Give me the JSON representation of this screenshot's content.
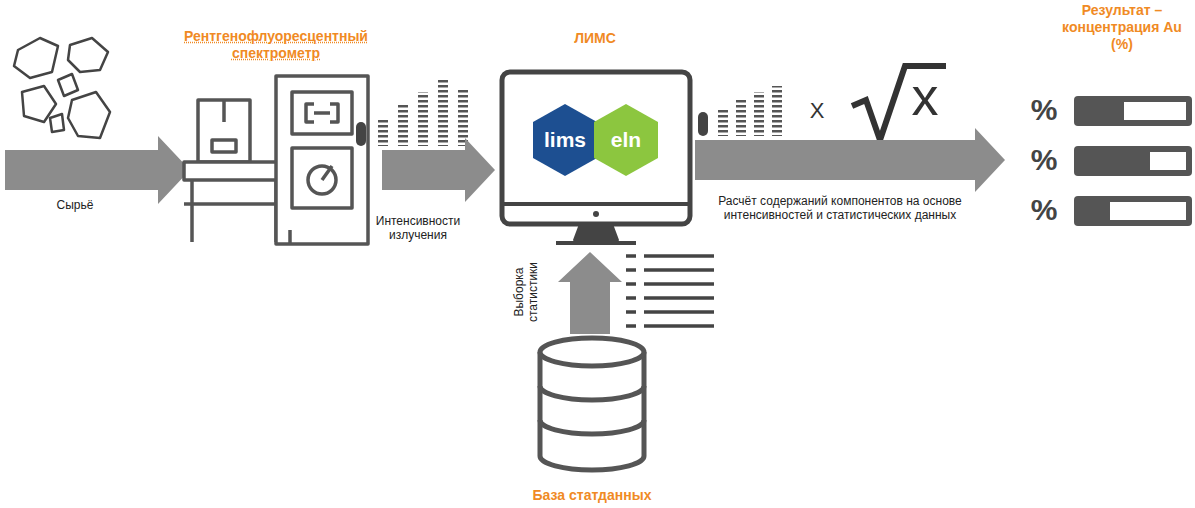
{
  "diagram": {
    "nodes": [
      {
        "text": [
          "Рентгенофлуоресцентный спектрометр"
        ]
      },
      {
        "text": [
          "ЛИМС"
        ]
      },
      {
        "text": [
          "Результат – концентрация Au (%)"
        ]
      },
      {
        "text": [
          "База статданных"
        ]
      }
    ],
    "edges": [
      {
        "from": 0,
        "to": 1,
        "arrow": "to",
        "label": "Интенсивности излучения"
      },
      {
        "from": 1,
        "to": 2,
        "arrow": "to",
        "label": "Расчёт содержаний компонентов на основе интенсивностей и статистических данных"
      },
      {
        "from": 3,
        "to": 1,
        "arrow": "to",
        "label": "Выборка статистики"
      }
    ],
    "labels": [
      "Сырьё",
      "X",
      "x",
      "lims",
      "eln",
      "%",
      "%",
      "%"
    ]
  }
}
